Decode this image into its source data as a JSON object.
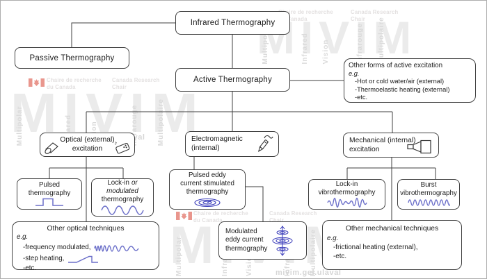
{
  "nodes": {
    "infrared": {
      "title": "Infrared Thermography"
    },
    "passive": {
      "title": "Passive Thermography"
    },
    "active": {
      "title": "Active Thermography"
    },
    "other_active": {
      "title": "Other forms of active excitation",
      "eg": "e.g.",
      "items": [
        "-Hot or cold water/air (external)",
        "-Thermoelastic heating (external)",
        "-etc."
      ]
    },
    "optical": {
      "line1": "Optical (external)",
      "line2": "excitation"
    },
    "electromagnetic": {
      "line1": "Electromagnetic",
      "line2": "(internal)"
    },
    "mechanical": {
      "line1": "Mechanical (internal)",
      "line2": "excitation"
    },
    "pulsed": {
      "line1": "Pulsed",
      "line2": "thermography"
    },
    "lockin_mod": {
      "l1a": "Lock-in",
      "l1b": "or",
      "line2": "modulated",
      "line3": "thermography"
    },
    "pulsed_eddy": {
      "line1": "Pulsed eddy",
      "line2": "current stimulated",
      "line3": "thermography"
    },
    "lockin_vibro": {
      "line1": "Lock-in",
      "line2": "vibrothermography"
    },
    "burst_vibro": {
      "line1": "Burst",
      "line2": "vibrothermography"
    },
    "other_optical": {
      "title": "Other optical techniques",
      "eg": "e.g.",
      "items": [
        "-frequency modulated,",
        "-step heating,",
        "-etc."
      ]
    },
    "modulated_eddy": {
      "line1": "Modulated",
      "line2": "eddy current",
      "line3": "thermography"
    },
    "other_mechanical": {
      "title": "Other mechanical techniques",
      "eg": "e.g.",
      "items": [
        "-frictional heating (external),",
        "-etc."
      ]
    }
  },
  "watermarks": {
    "chair_fr_l1": "Chaire de recherche",
    "chair_fr_l2": "du Canada",
    "chair_en_l1": "Canada Research",
    "chair_en_l2": "Chair",
    "mivim_letters": [
      "M",
      "I",
      "V",
      "I",
      "M"
    ],
    "mivim_words": [
      "Multipolar",
      "Infrared",
      "Vision",
      "Infrarouge",
      "Multipolaire"
    ],
    "url": "mivim.gel.ulaval"
  },
  "icons": {
    "optical_left": "flood-lamp-icon",
    "optical_right": "flash-lamp-icon",
    "electromagnetic": "induction-pen-icon",
    "mechanical": "ultrasonic-horn-icon",
    "pulsed": "square-pulse-wave",
    "lockin_mod": "sine-wave",
    "pulsed_eddy": "eddy-current-spiral",
    "modulated_eddy": "stacked-eddy-coils",
    "lockin_vibro": "amplitude-modulated-wave",
    "burst_vibro": "burst-wave",
    "freq_modulated": "chirp-wave",
    "step_heating": "ramp-step-wave",
    "flag": "canada-flag"
  },
  "colors": {
    "wave": "#6b6fc9",
    "coil": "#3a3cba",
    "line": "#3f3f3f",
    "watermark": "#ebebeb",
    "flag": "#e9968d"
  }
}
